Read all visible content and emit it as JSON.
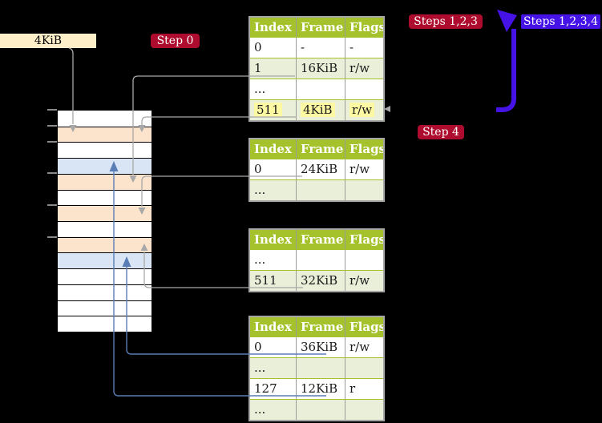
{
  "labels": {
    "frame_size_label": "4KiB",
    "step0": "Step 0",
    "steps_123": "Steps 1,2,3",
    "steps_1234": "Steps 1,2,3,4",
    "step4": "Step 4"
  },
  "colors": {
    "background": "#000000",
    "label_bg": "#fdefc8",
    "crimson_badge": "#ad0c2e",
    "purple_badge": "#4613e6",
    "table_header_bg": "#a5c22d",
    "table_row_shade": "#e9efd8",
    "highlight": "#fdf8a2",
    "frame_free": "#ffffff",
    "frame_table": "#fce3cb",
    "frame_page": "#d9e5f4",
    "gray_connector": "#a8a8a8",
    "blue_connector": "#5b7db6"
  },
  "memory": {
    "frames": [
      "free",
      "table",
      "free",
      "page",
      "table",
      "free",
      "table",
      "free",
      "table",
      "page",
      "free",
      "free",
      "free",
      "free"
    ]
  },
  "tables": [
    {
      "name": "level-4-page-table",
      "headers": [
        "Index",
        "Frame",
        "Flags"
      ],
      "rows": [
        {
          "index": "0",
          "frame": "-",
          "flags": "-"
        },
        {
          "index": "1",
          "frame": "16KiB",
          "flags": "r/w"
        },
        {
          "index": "...",
          "frame": "",
          "flags": ""
        },
        {
          "index": "511",
          "frame": "4KiB",
          "flags": "r/w"
        }
      ]
    },
    {
      "name": "level-3-page-table",
      "headers": [
        "Index",
        "Frame",
        "Flags"
      ],
      "rows": [
        {
          "index": "0",
          "frame": "24KiB",
          "flags": "r/w"
        },
        {
          "index": "...",
          "frame": "",
          "flags": ""
        }
      ]
    },
    {
      "name": "level-2-page-table",
      "headers": [
        "Index",
        "Frame",
        "Flags"
      ],
      "rows": [
        {
          "index": "...",
          "frame": "",
          "flags": ""
        },
        {
          "index": "511",
          "frame": "32KiB",
          "flags": "r/w"
        }
      ]
    },
    {
      "name": "level-1-page-table",
      "headers": [
        "Index",
        "Frame",
        "Flags"
      ],
      "rows": [
        {
          "index": "0",
          "frame": "36KiB",
          "flags": "r/w"
        },
        {
          "index": "...",
          "frame": "",
          "flags": ""
        },
        {
          "index": "127",
          "frame": "12KiB",
          "flags": "r"
        },
        {
          "index": "...",
          "frame": "",
          "flags": ""
        }
      ]
    }
  ]
}
